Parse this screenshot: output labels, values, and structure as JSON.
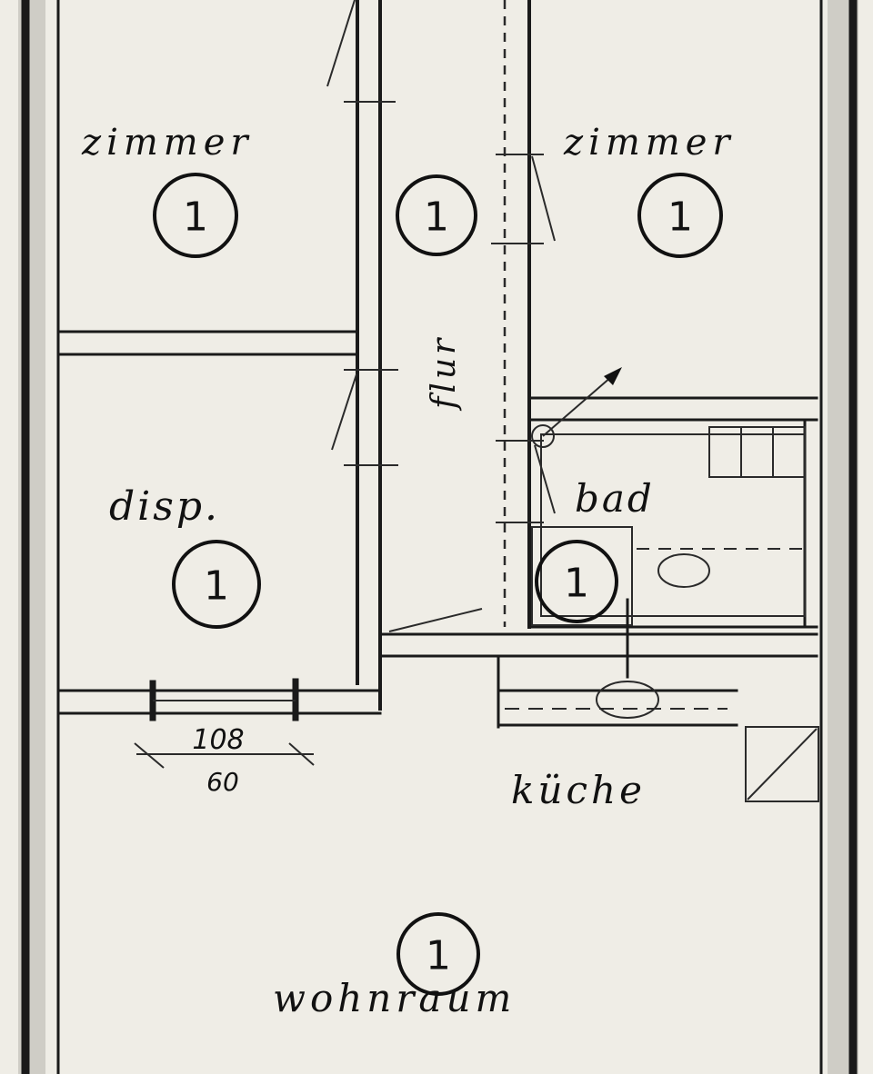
{
  "diagram": {
    "rooms": [
      {
        "key": "zimmer_left",
        "label": "zimmer",
        "number": "1"
      },
      {
        "key": "flur",
        "label": "flur",
        "number": "1"
      },
      {
        "key": "zimmer_right",
        "label": "zimmer",
        "number": "1"
      },
      {
        "key": "disp",
        "label": "disp.",
        "number": "1"
      },
      {
        "key": "bad",
        "label": "bad",
        "number": "1"
      },
      {
        "key": "kueche",
        "label": "küche",
        "number": ""
      },
      {
        "key": "wohnraum",
        "label": "wohnraum",
        "number": "1"
      }
    ],
    "dimension": {
      "top": "108",
      "bottom": "60"
    }
  },
  "colors": {
    "paper": "#efede6",
    "ink": "#1a1a1a"
  }
}
